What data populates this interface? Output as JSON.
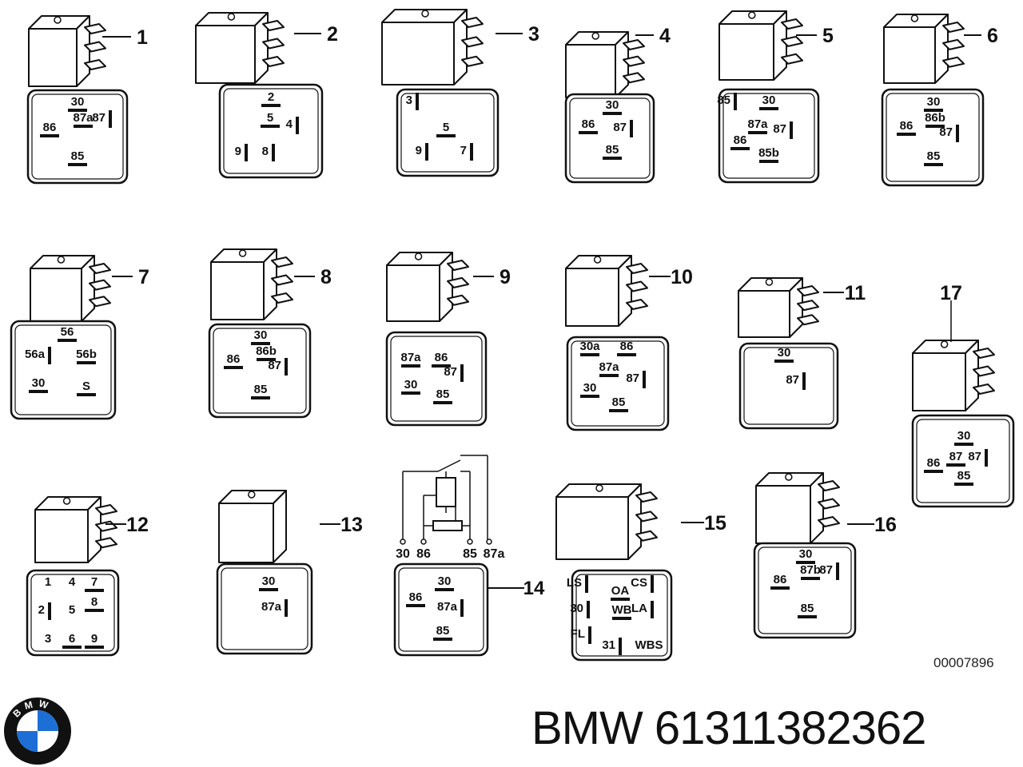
{
  "document_number": "00007896",
  "part_title": "BMW 61311382362",
  "brand_logo": {
    "lettering": "BMW",
    "colors": {
      "blue": "#1d6fd6",
      "white": "#ffffff",
      "ring": "#111111",
      "text": "#ffffff"
    }
  },
  "line_color": "#111111",
  "relays": [
    {
      "id": "1",
      "callout": "1",
      "pins": [
        "30",
        "87a",
        "87",
        "86",
        "85"
      ]
    },
    {
      "id": "2",
      "callout": "2",
      "pins": [
        "2",
        "5",
        "4",
        "9",
        "8"
      ]
    },
    {
      "id": "3",
      "callout": "3",
      "pins": [
        "3",
        "5",
        "9",
        "7"
      ]
    },
    {
      "id": "4",
      "callout": "4",
      "pins": [
        "30",
        "86",
        "87",
        "85"
      ]
    },
    {
      "id": "5",
      "callout": "5",
      "pins": [
        "85",
        "30",
        "87a",
        "87",
        "86",
        "85b"
      ]
    },
    {
      "id": "6",
      "callout": "6",
      "pins": [
        "30",
        "86b",
        "86",
        "87",
        "85"
      ]
    },
    {
      "id": "7",
      "callout": "7",
      "pins": [
        "56",
        "56a",
        "56b",
        "30",
        "S"
      ]
    },
    {
      "id": "8",
      "callout": "8",
      "pins": [
        "30",
        "86b",
        "86",
        "87",
        "85"
      ]
    },
    {
      "id": "9",
      "callout": "9",
      "pins": [
        "87a",
        "86",
        "87",
        "30",
        "85"
      ]
    },
    {
      "id": "10",
      "callout": "10",
      "pins": [
        "30a",
        "86",
        "87a",
        "87",
        "30",
        "85"
      ]
    },
    {
      "id": "11",
      "callout": "11",
      "pins": [
        "30",
        "87"
      ]
    },
    {
      "id": "12",
      "callout": "12",
      "pins": [
        "1",
        "4",
        "7",
        "8",
        "2",
        "5",
        "3",
        "6",
        "9"
      ]
    },
    {
      "id": "13",
      "callout": "13",
      "pins": [
        "30",
        "87a"
      ]
    },
    {
      "id": "14",
      "callout": "14",
      "pins": [
        "30",
        "86",
        "87a",
        "85"
      ],
      "schematic_terminals": [
        "30",
        "86",
        "85",
        "87a"
      ]
    },
    {
      "id": "15",
      "callout": "15",
      "pins": [
        "LS",
        "CS",
        "OA",
        "30",
        "WB",
        "LA",
        "FL",
        "31",
        "WBS"
      ]
    },
    {
      "id": "16",
      "callout": "16",
      "pins": [
        "30",
        "87b",
        "87",
        "86",
        "85"
      ]
    },
    {
      "id": "17",
      "callout": "17",
      "pins": [
        "30",
        "86",
        "87",
        "87",
        "85"
      ]
    }
  ]
}
